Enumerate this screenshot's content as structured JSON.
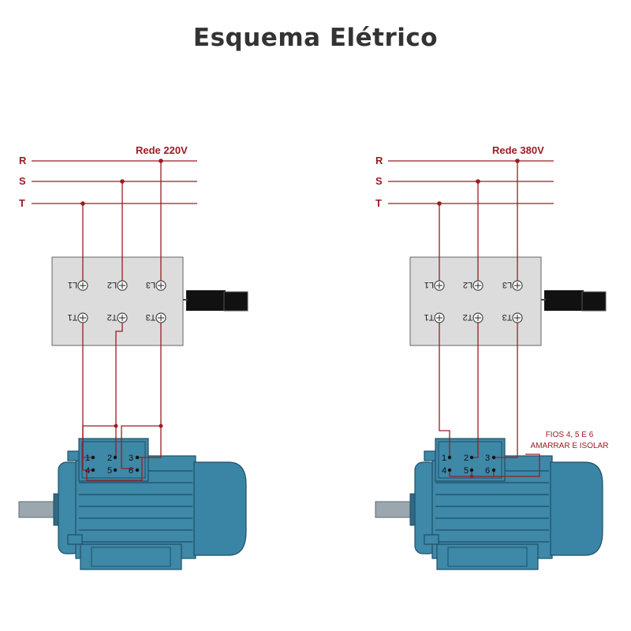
{
  "title": "Esquema Elétrico",
  "colors": {
    "wire": "#9b1c24",
    "motor_body": "#3e88a8",
    "motor_dark": "#1f4f67",
    "motor_fan": "#3a85a6",
    "box": "#dcdcdc",
    "box_stroke": "#666666",
    "text": "#333333"
  },
  "left": {
    "network_label": "Rede 220V",
    "phases": [
      "R",
      "S",
      "T"
    ],
    "box_terminals_top": [
      "L1",
      "L2",
      "L3"
    ],
    "box_terminals_bottom": [
      "T1",
      "T2",
      "T3"
    ],
    "motor_terminals": [
      "1",
      "2",
      "3",
      "4",
      "5",
      "6"
    ]
  },
  "right": {
    "network_label": "Rede 380V",
    "phases": [
      "R",
      "S",
      "T"
    ],
    "box_terminals_top": [
      "L1",
      "L2",
      "L3"
    ],
    "box_terminals_bottom": [
      "T1",
      "T2",
      "T3"
    ],
    "motor_terminals": [
      "1",
      "2",
      "3",
      "4",
      "5",
      "6"
    ],
    "note_line1": "FIOS 4, 5 E 6",
    "note_line2": "AMARRAR E ISOLAR"
  }
}
